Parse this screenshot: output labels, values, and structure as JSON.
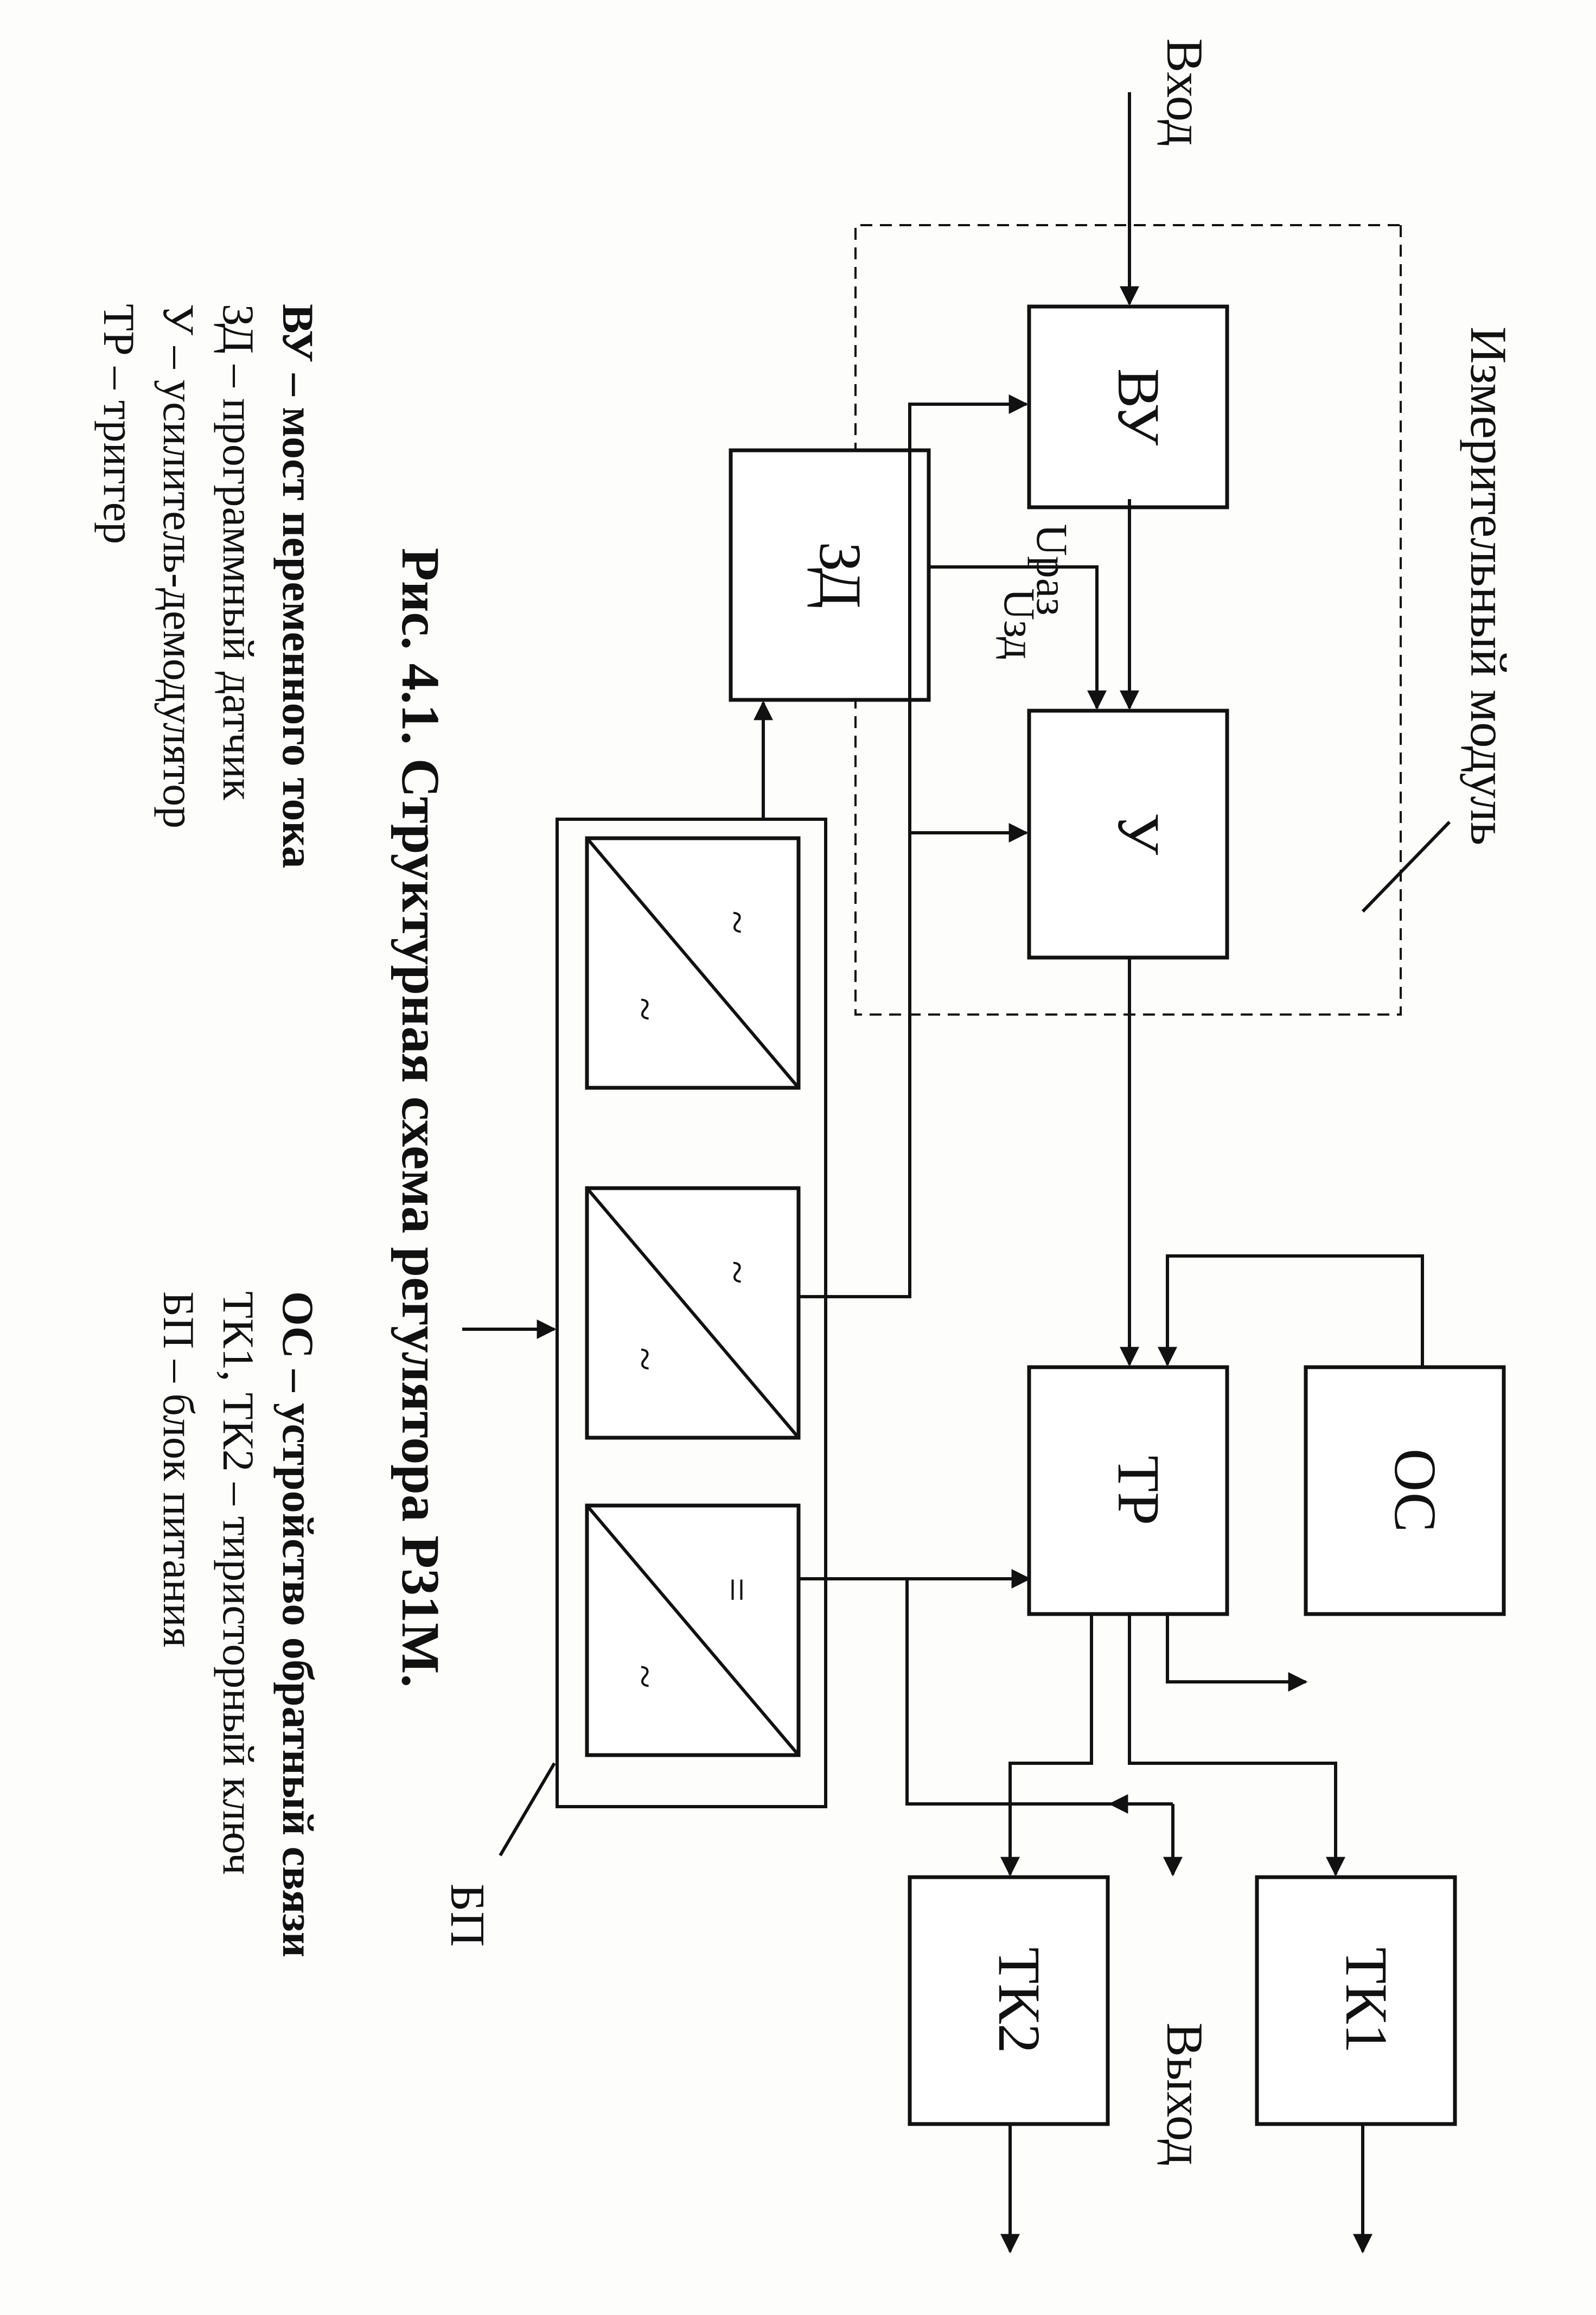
{
  "labels": {
    "input": "Вход",
    "output": "Выход",
    "module": "Измерительный модуль",
    "u_raz": "Uраз",
    "u_zd": "Uзд",
    "bp": "БП"
  },
  "blocks": {
    "vu": "ВУ",
    "u": "У",
    "zd": "ЗД",
    "tr": "ТР",
    "os": "ОС",
    "tk1": "ТК1",
    "tk2": "ТК2"
  },
  "converters": [
    {
      "top": "~",
      "bottom": "~"
    },
    {
      "top": "~",
      "bottom": "~"
    },
    {
      "top": "=",
      "bottom": "~"
    }
  ],
  "caption": "Рис. 4.1. Структурная схема регулятора Р31М.",
  "legend_left": [
    "ВУ – мост переменного тока",
    "ЗД – программный датчик",
    "У – усилитель-демодулятор",
    "ТР – триггер"
  ],
  "legend_right": [
    "ОС – устройство обратный связи",
    "ТК1, ТК2 – тиристорный ключ",
    "БП – блок питания"
  ]
}
